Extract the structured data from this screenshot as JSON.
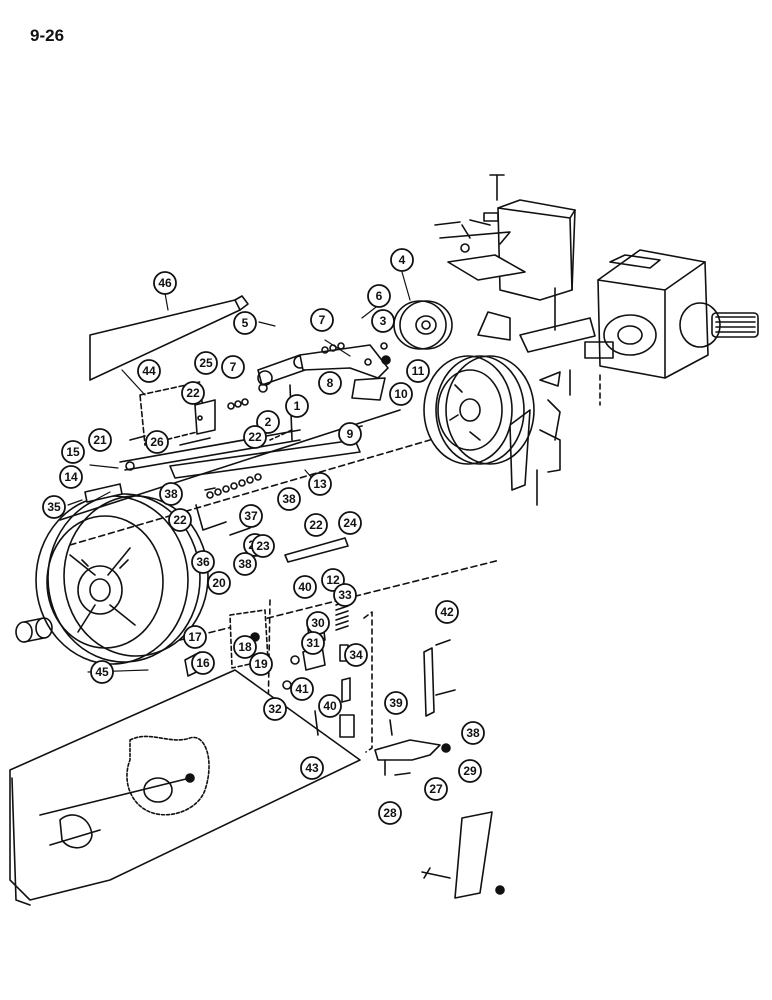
{
  "page_label": "9-26",
  "callouts": [
    "1",
    "2",
    "3",
    "4",
    "5",
    "6",
    "7",
    "7",
    "8",
    "9",
    "10",
    "11",
    "12",
    "13",
    "14",
    "15",
    "16",
    "17",
    "18",
    "19",
    "20",
    "21",
    "22",
    "22",
    "22",
    "22",
    "22",
    "23",
    "24",
    "25",
    "26",
    "27",
    "28",
    "29",
    "30",
    "31",
    "32",
    "33",
    "34",
    "35",
    "36",
    "37",
    "38",
    "38",
    "38",
    "38",
    "39",
    "40",
    "40",
    "41",
    "42",
    "43",
    "44",
    "45",
    "46"
  ],
  "colors": {
    "ink": "#111111",
    "paper": "#ffffff"
  }
}
